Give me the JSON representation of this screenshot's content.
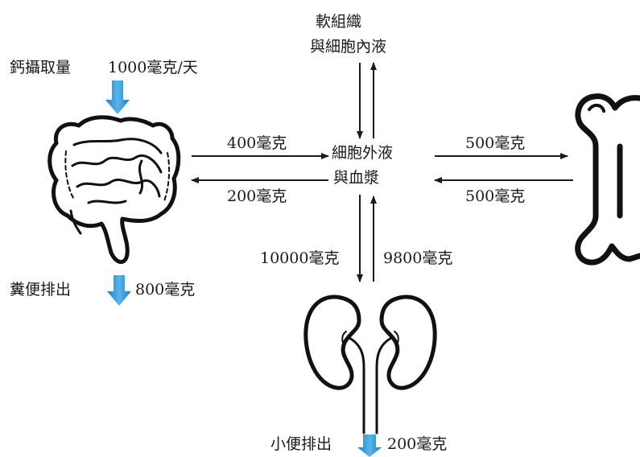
{
  "intake": {
    "label": "鈣攝取量",
    "amount": "1000毫克/天"
  },
  "ecf": {
    "line1": "細胞外液",
    "line2": "與血漿"
  },
  "soft_tissue": {
    "line1": "軟組織",
    "line2": "與細胞內液"
  },
  "gut_to_ecf": "400毫克",
  "ecf_to_gut": "200毫克",
  "ecf_to_bone": "500毫克",
  "bone_to_ecf": "500毫克",
  "ecf_to_kidney": "10000毫克",
  "kidney_to_ecf": "9800毫克",
  "feces": {
    "label": "糞便排出",
    "amount": "800毫克"
  },
  "urine": {
    "label": "小便排出",
    "amount": "200毫克"
  },
  "colors": {
    "flow_arrow": "#3a9bd9",
    "line": "#1a1a1a"
  }
}
